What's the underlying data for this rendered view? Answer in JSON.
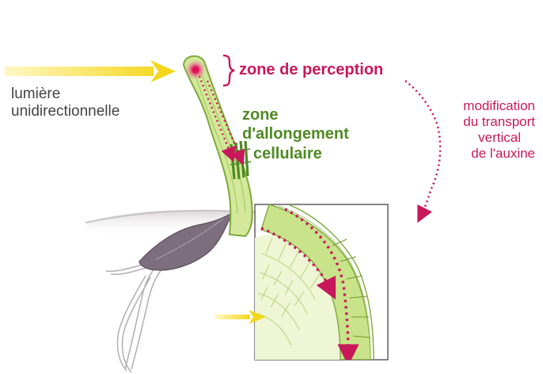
{
  "labels": {
    "light": [
      "lumière",
      "unidirectionnelle"
    ],
    "perception_zone": "zone de perception",
    "elongation_zone": [
      "zone",
      "d'allongement",
      "cellulaire"
    ],
    "modification": [
      "modification",
      "du transport",
      "vertical",
      "de l'auxine"
    ]
  },
  "colors": {
    "light": "#f2d21a",
    "auxin": "#c8185a",
    "stem_fill": "#d3e89a",
    "stem_stroke": "#7ea93d",
    "elongation_text": "#4f8a23",
    "seed": "#7d6e7d",
    "root": "#cfc8cf",
    "soil": "#d9d4d6"
  },
  "icons": [
    "light-arrow-icon",
    "brace-icon",
    "dotted-curved-arrow-icon",
    "auxin-arrow-icon"
  ]
}
